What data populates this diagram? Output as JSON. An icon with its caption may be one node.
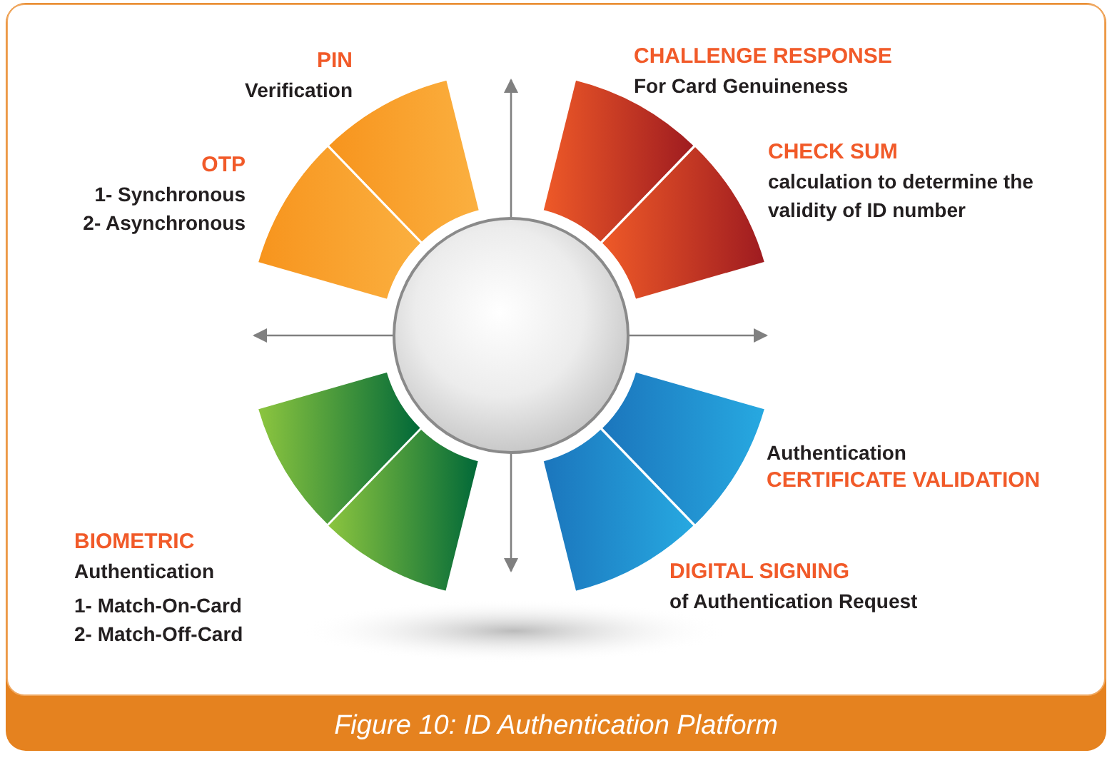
{
  "diagram": {
    "caption": "Figure 10: ID Authentication Platform",
    "nodes": [
      {
        "text": [],
        "shape": "circle"
      },
      {
        "text": [
          "PIN",
          "Verification"
        ]
      },
      {
        "text": [
          "OTP",
          "1- Synchronous",
          "2- Asynchronous"
        ]
      },
      {
        "text": [
          "CHALLENGE RESPONSE",
          "For Card Genuineness"
        ]
      },
      {
        "text": [
          "CHECK SUM",
          "calculation to determine the validity of ID number"
        ]
      },
      {
        "text": [
          "Authentication",
          "CERTIFICATE VALIDATION"
        ]
      },
      {
        "text": [
          "DIGITAL SIGNING",
          "of Authentication Request"
        ]
      },
      {
        "text": [
          "BIOMETRIC",
          "Authentication",
          "1- Match-On-Card",
          "2- Match-Off-Card"
        ]
      },
      {
        "text": [],
        "shape": "sector"
      }
    ]
  }
}
